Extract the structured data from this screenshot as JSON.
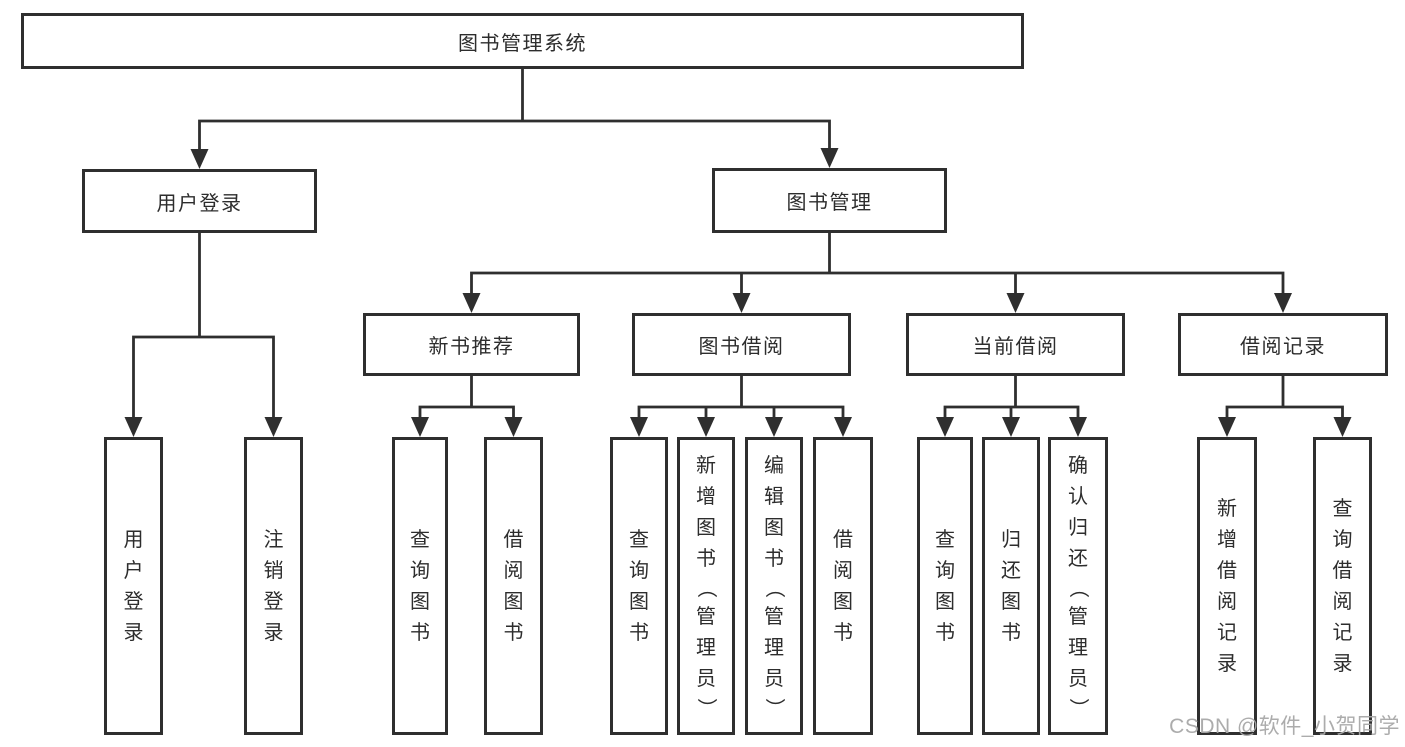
{
  "title": "图书管理系统",
  "watermark": "CSDN @软件_小贺同学",
  "colors": {
    "line": "#2f2f2f",
    "box_border": "#2f2f2f",
    "text": "#2d2d2d",
    "background": "#ffffff",
    "watermark": "#a8a8a8"
  },
  "nodes": {
    "root": {
      "label": "图书管理系统"
    },
    "user_login": {
      "label": "用户登录"
    },
    "book_management": {
      "label": "图书管理"
    },
    "new_book_recommend": {
      "label": "新书推荐"
    },
    "book_borrowing": {
      "label": "图书借阅"
    },
    "current_borrowing": {
      "label": "当前借阅"
    },
    "borrowing_records": {
      "label": "借阅记录"
    },
    "login": {
      "label": "用户登录"
    },
    "logout": {
      "label": "注销登录"
    },
    "rec_query_book": {
      "label": "查询图书"
    },
    "rec_borrow_book": {
      "label": "借阅图书"
    },
    "bor_query_book": {
      "label": "查询图书"
    },
    "bor_add_book": {
      "label": "新增图书（管理员）"
    },
    "bor_edit_book": {
      "label": "编辑图书（管理员）"
    },
    "bor_borrow_book": {
      "label": "借阅图书"
    },
    "cur_query_book": {
      "label": "查询图书"
    },
    "cur_return_book": {
      "label": "归还图书"
    },
    "cur_confirm_return": {
      "label": "确认归还（管理员）"
    },
    "add_borrow_record": {
      "label": "新增借阅记录"
    },
    "query_borrow_record": {
      "label": "查询借阅记录"
    }
  },
  "hierarchy": {
    "图书管理系统": {
      "用户登录": [
        "用户登录",
        "注销登录"
      ],
      "图书管理": {
        "新书推荐": [
          "查询图书",
          "借阅图书"
        ],
        "图书借阅": [
          "查询图书",
          "新增图书（管理员）",
          "编辑图书（管理员）",
          "借阅图书"
        ],
        "当前借阅": [
          "查询图书",
          "归还图书",
          "确认归还（管理员）"
        ],
        "借阅记录": [
          "新增借阅记录",
          "查询借阅记录"
        ]
      }
    }
  }
}
